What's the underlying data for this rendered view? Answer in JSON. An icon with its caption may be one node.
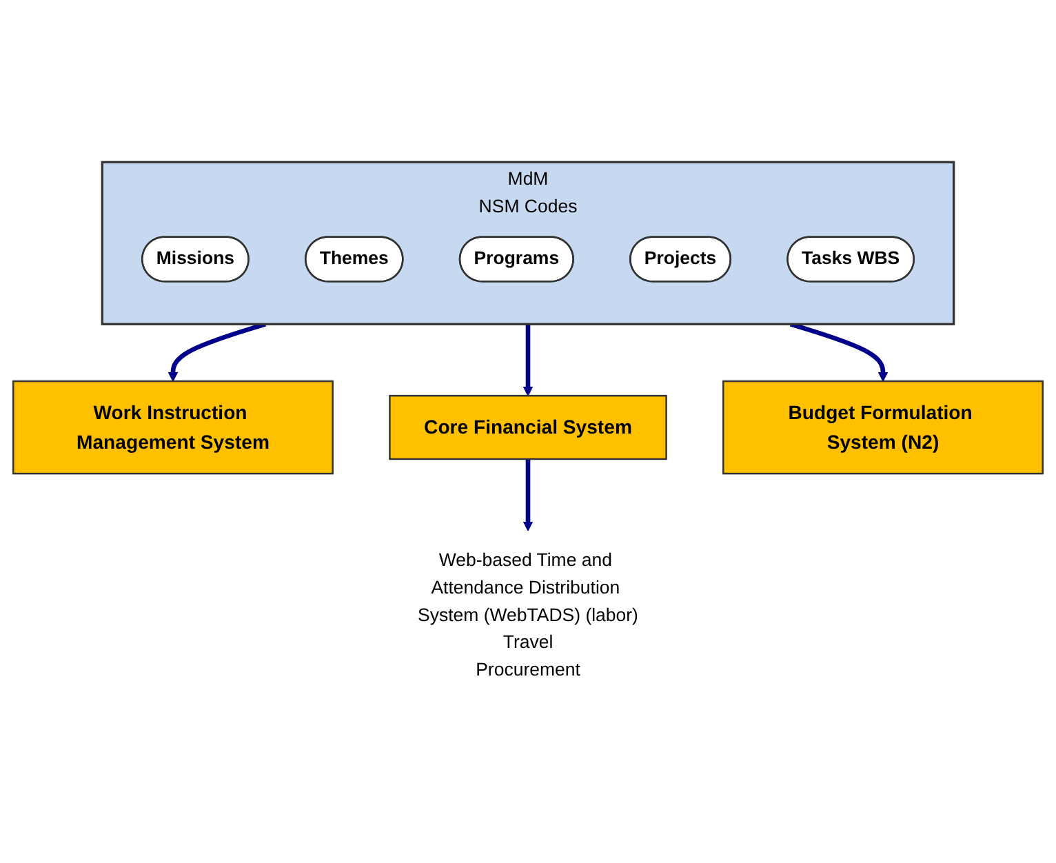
{
  "diagram": {
    "nodes": [
      {
        "text": [
          "MdM",
          "NSM Codes"
        ]
      },
      {
        "text": [
          "Missions"
        ],
        "in": 0
      },
      {
        "text": [
          "Themes"
        ],
        "in": 0
      },
      {
        "text": [
          "Programs"
        ],
        "in": 0
      },
      {
        "text": [
          "Projects"
        ],
        "in": 0
      },
      {
        "text": [
          "Tasks WBS"
        ],
        "in": 0
      },
      {
        "text": [
          "Work Instruction Management System"
        ]
      },
      {
        "text": [
          "Core Financial System"
        ]
      },
      {
        "text": [
          "Budget Formulation System (N2)"
        ]
      },
      {
        "text": [
          "Web-based Time and Attendance Distribution System (WebTADS) (labor)",
          "Travel",
          "Procurement"
        ]
      }
    ],
    "edges": [
      {
        "from": 0,
        "to": 6,
        "arrow": "to"
      },
      {
        "from": 0,
        "to": 7,
        "arrow": "to"
      },
      {
        "from": 0,
        "to": 8,
        "arrow": "to"
      },
      {
        "from": 7,
        "to": 9,
        "arrow": "to"
      }
    ]
  }
}
